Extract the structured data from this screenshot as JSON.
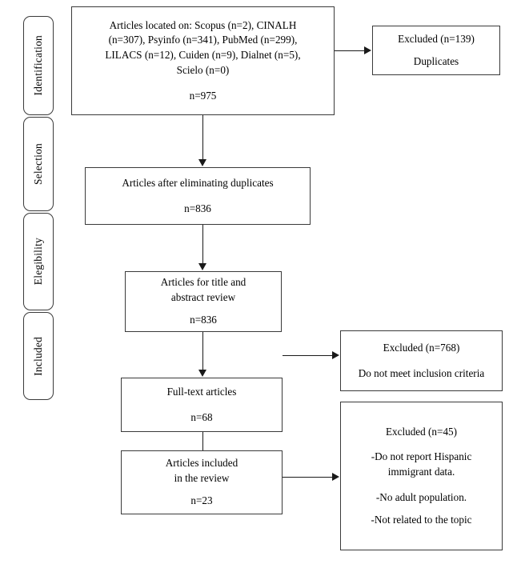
{
  "diagram": {
    "title": "PRISMA study selection flow diagram",
    "stroke_color": "#3a3a3a",
    "arrow_color": "#1a1a1a",
    "background": "#ffffff"
  },
  "stages": [
    {
      "label": "Identification"
    },
    {
      "label": "Selection"
    },
    {
      "label": "Elegibility"
    },
    {
      "label": "Included"
    }
  ],
  "nodes": {
    "identification": {
      "lines": [
        "Articles located on: Scopus (n=2), CINALH",
        "(n=307), Psyinfo (n=341), PubMed (n=299),",
        "LILACS (n=12), Cuiden (n=9), Dialnet (n=5),",
        "Scielo (n=0)"
      ],
      "count": "n=975"
    },
    "excluded_duplicates": {
      "line1": "Excluded (n=139)",
      "line2": "Duplicates"
    },
    "after_duplicates": {
      "line1": "Articles after eliminating duplicates",
      "count": "n=836"
    },
    "title_abstract": {
      "line1": "Articles for title and",
      "line2": "abstract review",
      "count": "n=836"
    },
    "full_text": {
      "line1": "Full-text articles",
      "count": "n=68"
    },
    "excluded_inclusion": {
      "line1": "Excluded (n=768)",
      "line2": "Do not meet inclusion criteria"
    },
    "included_review": {
      "line1": "Articles included",
      "line2": "in the review",
      "count": "n=23"
    },
    "excluded_other": {
      "line1": "Excluded (n=45)",
      "line2": "-Do not report Hispanic",
      "line3": "immigrant data.",
      "line4": "-No adult population.",
      "line5": "-Not related to the topic"
    }
  }
}
